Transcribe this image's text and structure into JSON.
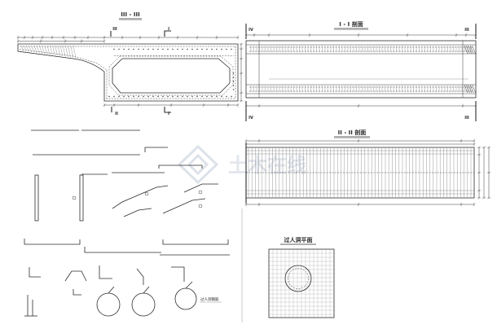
{
  "drawing": {
    "section_3_3": {
      "title": "III - III",
      "cut_mark_top_left": "III",
      "cut_mark_top_right": "I",
      "cut_mark_bottom_left": "II",
      "cut_mark_bottom_right": "I"
    },
    "section_1_1": {
      "title": "I - I 剖面",
      "cut_mark_left": "IV",
      "cut_mark_right": "III"
    },
    "section_2_2": {
      "title": "II - II 剖面"
    },
    "manhole_plan": {
      "title": "过人洞平面"
    },
    "manhole_rebar_label": "过人洞钢筋"
  },
  "watermark": {
    "text": "土木在线"
  },
  "colors": {
    "background": "#ffffff",
    "line": "#3a3a3a",
    "grid": "#9a9a9a",
    "watermark": "#e1e5ec"
  }
}
